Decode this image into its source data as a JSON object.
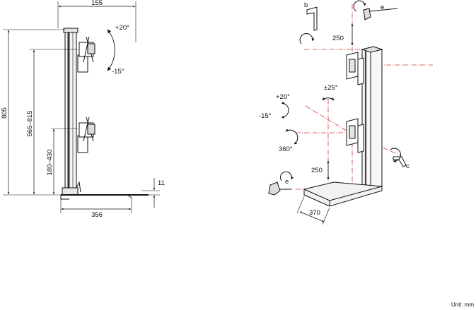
{
  "side_view": {
    "dims": {
      "top_width": "155",
      "total_height": "805",
      "upper_range": "565–815",
      "lower_range": "180–430",
      "base_depth": "356",
      "base_thickness": "11"
    },
    "tilt": {
      "up": "+20°",
      "down": "-15°"
    }
  },
  "iso_view": {
    "callouts": {
      "b": "b",
      "e_top": "e",
      "e_base": "e",
      "c": "c"
    },
    "dims": {
      "upper_gap": "250",
      "lower_gap": "250",
      "base_width": "370"
    },
    "angles": {
      "swivel_v": "±25°",
      "tilt_up": "+20°",
      "tilt_down": "-15°",
      "rotate": "360°"
    }
  },
  "unit_note": "Unit: mm",
  "colors": {
    "line": "#111111",
    "accent": "#d23a3a",
    "pole_fill": "#f2f2f2"
  }
}
